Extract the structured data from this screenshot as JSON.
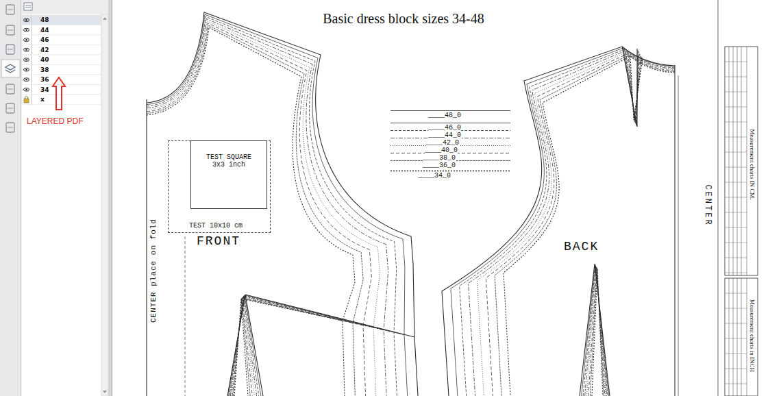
{
  "diagram": {
    "title": "Basic dress block sizes 34-48",
    "nodes": [
      {
        "text": [
          "TEST 10x10 cm"
        ]
      },
      {
        "text": [
          "TEST SQUARE 3x3 inch"
        ],
        "in": 0
      }
    ],
    "labels": [
      "48",
      "44",
      "46",
      "42",
      "40",
      "38",
      "36",
      "34",
      "x",
      "LAYERED PDF",
      "FRONT",
      "CENTER place on fold",
      "BACK",
      "CENTER",
      "Measurement charts IN CM.",
      "Measurement charts in INCH"
    ],
    "legend": [
      {
        "text": "____48_0"
      },
      {
        "text": "____46_0"
      },
      {
        "text": "____44_0"
      },
      {
        "text": "____42_0"
      },
      {
        "text": "____40_0"
      },
      {
        "text": "____38_0"
      },
      {
        "text": "____36_0"
      },
      {
        "text": "____34_0"
      }
    ]
  }
}
